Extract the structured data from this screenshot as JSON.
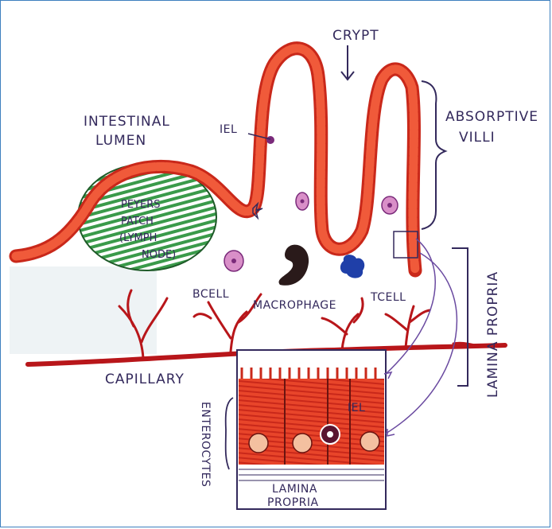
{
  "labels": {
    "crypt": "CRYPT",
    "intestinal": "INTESTINAL",
    "lumen": "LUMEN",
    "iel_top": "IEL",
    "absorptive": "ABSORPTIVE",
    "villi": "VILLI",
    "peyers": "PEYERS",
    "patch": "PATCH",
    "lymph": "(LYMPH",
    "node": "NODE)",
    "bcell": "BCELL",
    "macrophage": "MACROPHAGE",
    "tcell": "TCELL",
    "lamina_propria_side": "LAMINA PROPRIA",
    "capillary": "CAPILLARY",
    "enterocytes": "ENTEROCYTES",
    "iel_inset": "IEL",
    "lamina_inset": "LAMINA",
    "propria_inset": "PROPRIA"
  },
  "colors": {
    "epithelium": "#d8321e",
    "patch": "#3a9a4a",
    "ink": "#33295c",
    "cell_pink": "#d98fc8",
    "macrophage": "#2a1a1a",
    "tcell": "#1f3fa8",
    "capillary": "#b8161a"
  }
}
